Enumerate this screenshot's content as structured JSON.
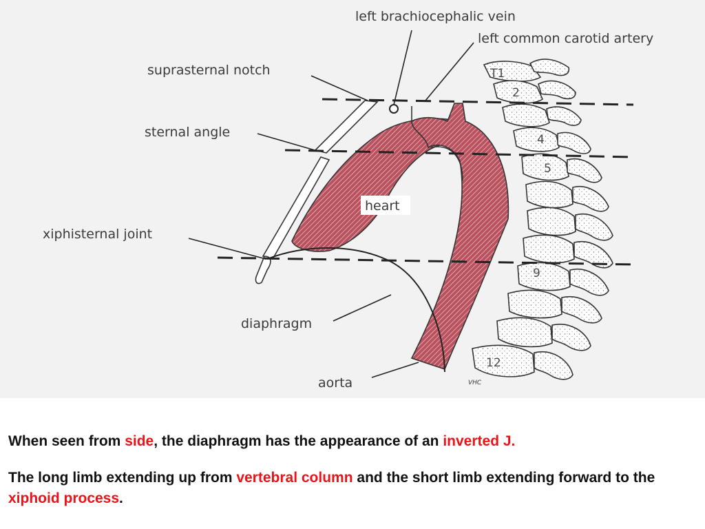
{
  "labels": {
    "left_brachiocephalic_vein": "left brachiocephalic vein",
    "left_common_carotid_artery": "left common carotid artery",
    "suprasternal_notch": "suprasternal notch",
    "sternal_angle": "sternal angle",
    "xiphisternal_joint": "xiphisternal joint",
    "heart": "heart",
    "diaphragm": "diaphragm",
    "aorta": "aorta",
    "signature": "VHC"
  },
  "vertebrae": {
    "t1": "T1",
    "v2": "2",
    "v4": "4",
    "v5": "5",
    "v9": "9",
    "v12": "12"
  },
  "caption": {
    "line1": {
      "a": "When seen from ",
      "b": "side",
      "c": ", the diaphragm has the appearance of an ",
      "d": "inverted J."
    },
    "line2": {
      "a": "The long limb extending up from ",
      "b": "vertebral column",
      "c": " and the short limb extending forward to the ",
      "d": "xiphoid process",
      "e": "."
    }
  },
  "colors": {
    "highlight": "#e8141a",
    "heart_fill": "#b5505a",
    "panel_background": "#f2f2f2"
  }
}
